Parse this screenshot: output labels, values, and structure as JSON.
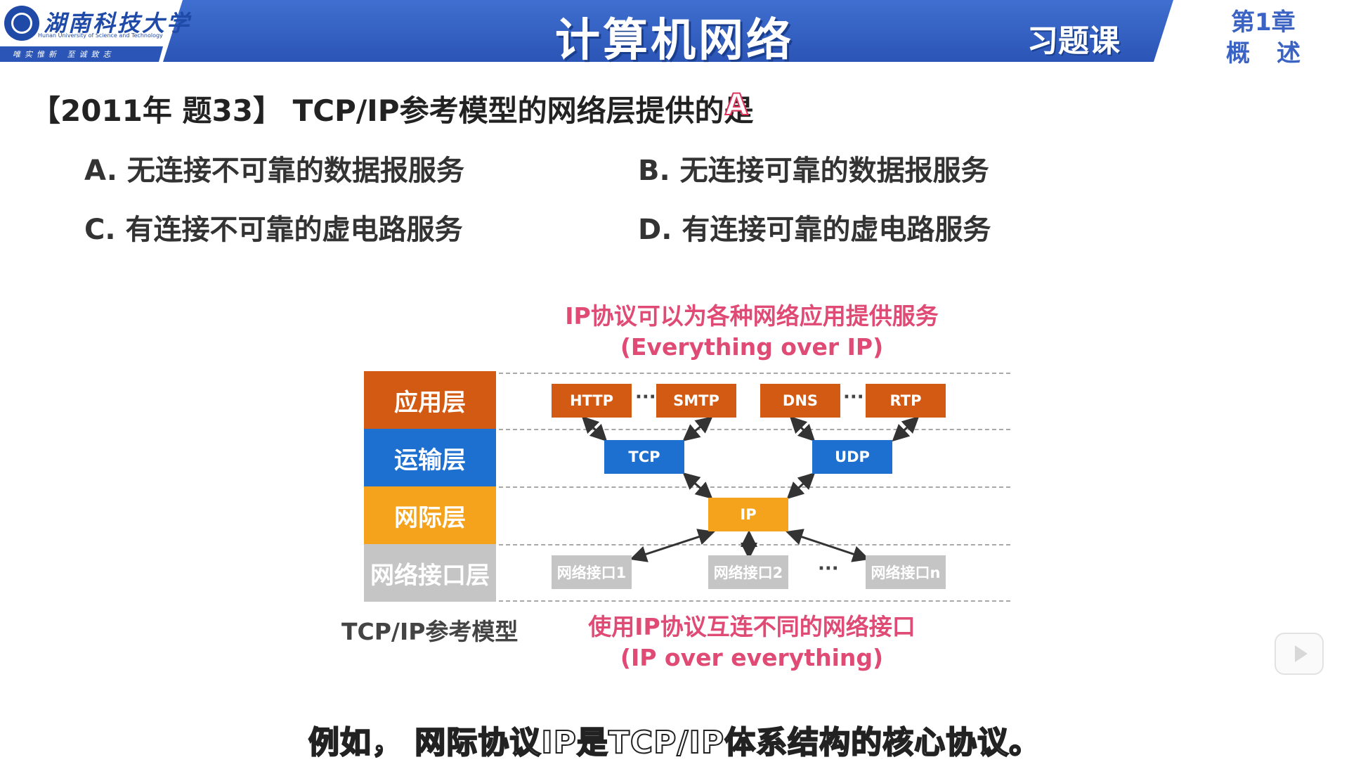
{
  "header": {
    "logo_name": "湖南科技大学",
    "logo_en": "Hunan University of Science and Technology",
    "logo_motto": "唯实惟新  至诚致志",
    "title": "计算机网络",
    "course_tag": "习题课",
    "chapter_label": "第1章",
    "chapter_name": "概述"
  },
  "question": {
    "text": "【2011年 题33】 TCP/IP参考模型的网络层提供的是",
    "answer": "A",
    "options": {
      "a": "A. 无连接不可靠的数据报服务",
      "b": "B. 无连接可靠的数据报服务",
      "c": "C. 有连接不可靠的虚电路服务",
      "d": "D. 有连接可靠的虚电路服务"
    }
  },
  "diagram": {
    "top_note_1": "IP协议可以为各种网络应用提供服务",
    "top_note_2": "(Everything over IP)",
    "layers": {
      "application": "应用层",
      "transport": "运输层",
      "internet": "网际层",
      "network_interface": "网络接口层"
    },
    "boxes": {
      "http": "HTTP",
      "smtp": "SMTP",
      "dns": "DNS",
      "rtp": "RTP",
      "tcp": "TCP",
      "udp": "UDP",
      "ip": "IP",
      "if1": "网络接口1",
      "if2": "网络接口2",
      "ifn": "网络接口n"
    },
    "ellipsis": "···",
    "model_caption": "TCP/IP参考模型",
    "bottom_note_1": "使用IP协议互连不同的网络接口",
    "bottom_note_2": "(IP over everything)",
    "colors": {
      "application": "#d35a13",
      "transport": "#1d6fd0",
      "internet": "#f5a21c",
      "network_interface": "#c5c5c5",
      "note": "#e04b75"
    }
  },
  "subtitle": "例如， 网际协议IP是TCP/IP体系结构的核心协议。",
  "player": {
    "icon": "play-icon"
  }
}
